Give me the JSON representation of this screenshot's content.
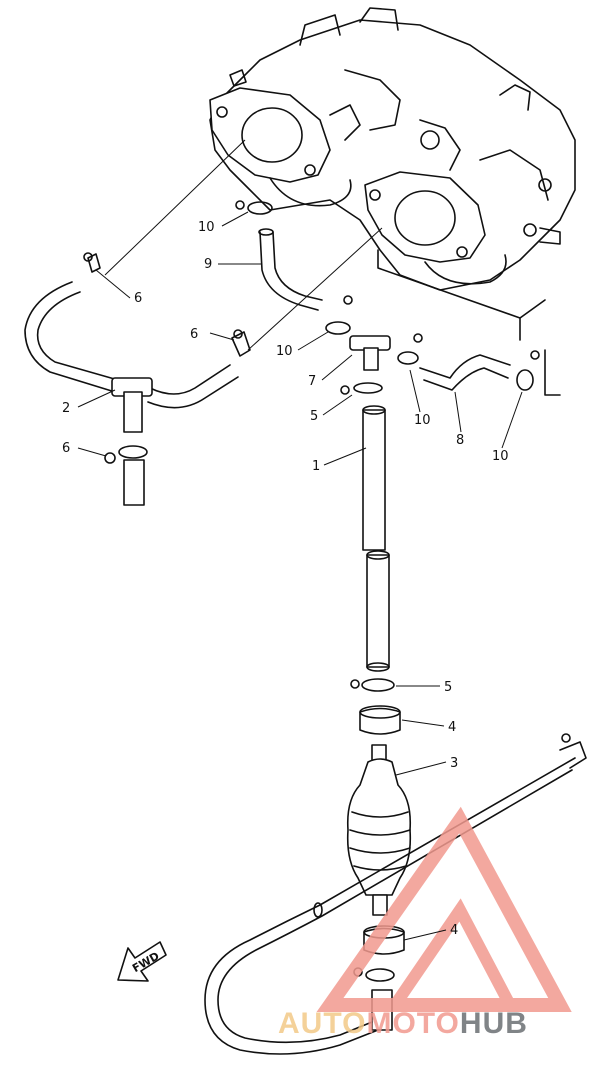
{
  "callouts": {
    "c1": "1",
    "c2": "2",
    "c3": "3",
    "c4a": "4",
    "c4b": "4",
    "c5a": "5",
    "c5b": "5",
    "c6a": "6",
    "c6b": "6",
    "c6c": "6",
    "c7": "7",
    "c8": "8",
    "c9": "9",
    "c10a": "10",
    "c10b": "10",
    "c10c": "10",
    "c10d": "10"
  },
  "forward_label": "FWD",
  "watermark": {
    "part1": "AUTO",
    "part2": "MOTO",
    "part3": "HUB",
    "color_primary": "#f29a8f",
    "color_secondary": "#f3c988",
    "color_dark": "#6b6f73"
  },
  "colors": {
    "ink": "#111111",
    "background": "#ffffff"
  }
}
